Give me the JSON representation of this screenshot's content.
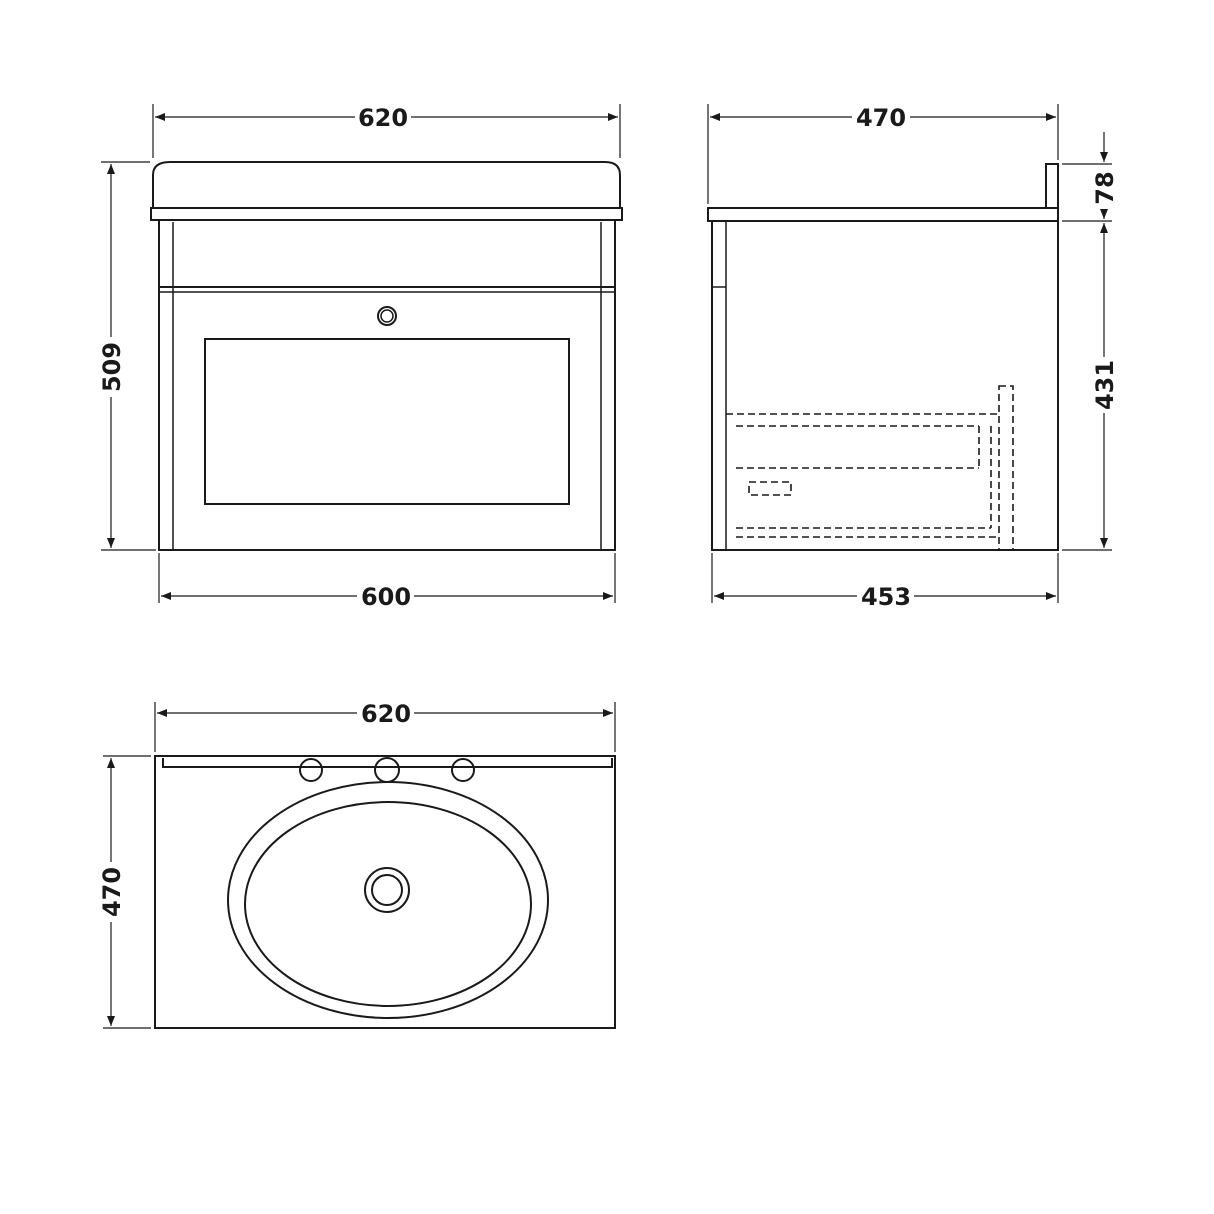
{
  "dimensions": {
    "front_top_width": "620",
    "front_height": "509",
    "front_bottom_width": "600",
    "side_top_depth": "470",
    "side_upstand_height": "78",
    "side_cabinet_height": "431",
    "side_bottom_depth": "453",
    "plan_width": "620",
    "plan_depth": "470"
  },
  "colors": {
    "line": "#1a1a1a",
    "background": "#ffffff"
  }
}
